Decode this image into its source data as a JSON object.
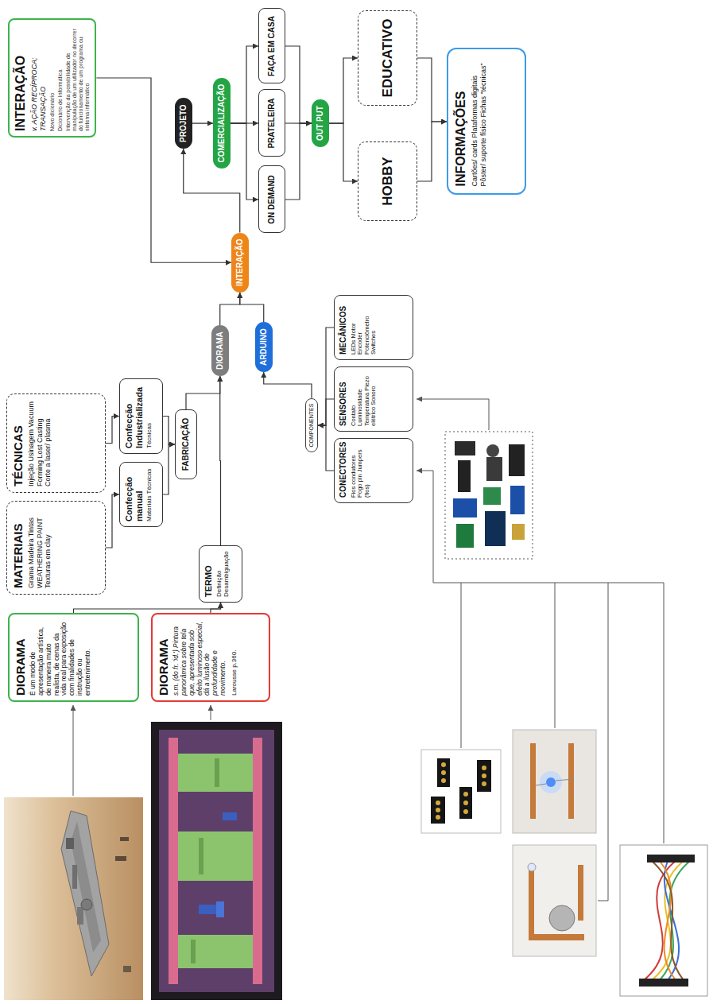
{
  "diagram": {
    "nodes": [
      {
        "text": [
          "DIORAMA",
          "É um modo de apresentação artística, de maneira muito realista, de cenas da vida real para exposição com finalidades de instrução ou entretenimento."
        ]
      },
      {
        "text": [
          "DIORAMA",
          "s.m. (do fr. 'id.') Pintura panorâmica sobre tela que, apresentada sob efeito luminoso especial, dá a ilusão de profundidade e movimento.",
          "Larousse p.360."
        ]
      },
      {
        "text": [
          "TERMO",
          "Definição Desambiguação"
        ]
      },
      {
        "text": [
          "MATERIAIS",
          "Grama Madeira Tintas WEATHERING PAINT Texturas em clay"
        ]
      },
      {
        "text": [
          "TÉCNICAS",
          "Injeção Usinagem Vacuum Forming Lost Casting Corte a laser/ plasma"
        ]
      },
      {
        "text": [
          "Confecção manual",
          "Materiais Técnicas"
        ]
      },
      {
        "text": [
          "Confecção Industrializada",
          "Técnicas"
        ]
      },
      {
        "text": [
          "FABRICAÇÃO"
        ]
      },
      {
        "text": [
          "COMPONENTES"
        ]
      },
      {
        "text": [
          "CONECTORES",
          "Fios condutores Pogo pin Jumpers (fios)"
        ]
      },
      {
        "text": [
          "SENSORES",
          "Contato Luminosidade Temperatura Piezo elétrico Sonoro"
        ]
      },
      {
        "text": [
          "MECÂNICOS",
          "LEDs Motor Encoder Potenciômetro Switches"
        ]
      },
      {
        "text": [
          "DIORAMA"
        ]
      },
      {
        "text": [
          "ARDUINO"
        ]
      },
      {
        "text": [
          "INTERAÇÃO"
        ]
      },
      {
        "text": [
          "INTERAÇÃO",
          "v. AÇÃO RECÍPROCA; TRANSAÇÃO",
          "Novo dicionário",
          "Dicionário de Informática",
          "Intervenção da possibilidade de manipulação de um utilizador no decorrer do funcionamento de um programa ou sistema informático"
        ]
      },
      {
        "text": [
          "PROJETO"
        ]
      },
      {
        "text": [
          "COMERCIALIZAÇÃO"
        ]
      },
      {
        "text": [
          "ON DEMAND"
        ]
      },
      {
        "text": [
          "PRATELEIRA"
        ]
      },
      {
        "text": [
          "FAÇA EM CASA"
        ]
      },
      {
        "text": [
          "OUT PUT"
        ]
      },
      {
        "text": [
          "HOBBY"
        ]
      },
      {
        "text": [
          "EDUCATIVO"
        ]
      },
      {
        "text": [
          "INFORMAÇÕES",
          "Cartões/ cards Plataformas digitais Pôster/ suporte físico Fichas “técnicas”"
        ]
      }
    ],
    "edges": [
      {
        "from": 0,
        "to": 2,
        "arrow": "to"
      },
      {
        "from": 1,
        "to": 2,
        "arrow": "to"
      },
      {
        "from": 2,
        "to": 12,
        "arrow": "to"
      },
      {
        "from": 3,
        "to": 5,
        "arrow": "to"
      },
      {
        "from": 4,
        "to": 6,
        "arrow": "to"
      },
      {
        "from": 5,
        "to": 7,
        "arrow": "to"
      },
      {
        "from": 6,
        "to": 7,
        "arrow": "to"
      },
      {
        "from": 7,
        "to": 12,
        "arrow": "to"
      },
      {
        "from": 9,
        "to": 8,
        "arrow": "to"
      },
      {
        "from": 10,
        "to": 8,
        "arrow": "to"
      },
      {
        "from": 11,
        "to": 8,
        "arrow": "to"
      },
      {
        "from": 8,
        "to": 13,
        "arrow": "to"
      },
      {
        "from": 12,
        "to": 14,
        "arrow": "to"
      },
      {
        "from": 13,
        "to": 14,
        "arrow": "to"
      },
      {
        "from": 15,
        "to": 14,
        "arrow": "to"
      },
      {
        "from": 14,
        "to": 16,
        "arrow": "to"
      },
      {
        "from": 16,
        "to": 17,
        "arrow": "to"
      },
      {
        "from": 17,
        "to": 18,
        "arrow": "to"
      },
      {
        "from": 17,
        "to": 19,
        "arrow": "to"
      },
      {
        "from": 17,
        "to": 20,
        "arrow": "to"
      },
      {
        "from": 18,
        "to": 21,
        "arrow": "to"
      },
      {
        "from": 19,
        "to": 21,
        "arrow": "to"
      },
      {
        "from": 20,
        "to": 21,
        "arrow": "to"
      },
      {
        "from": 21,
        "to": 22,
        "arrow": "to"
      },
      {
        "from": 21,
        "to": 23,
        "arrow": "to"
      },
      {
        "from": 22,
        "to": 24,
        "arrow": "to"
      },
      {
        "from": 23,
        "to": 24,
        "arrow": "to"
      }
    ]
  }
}
